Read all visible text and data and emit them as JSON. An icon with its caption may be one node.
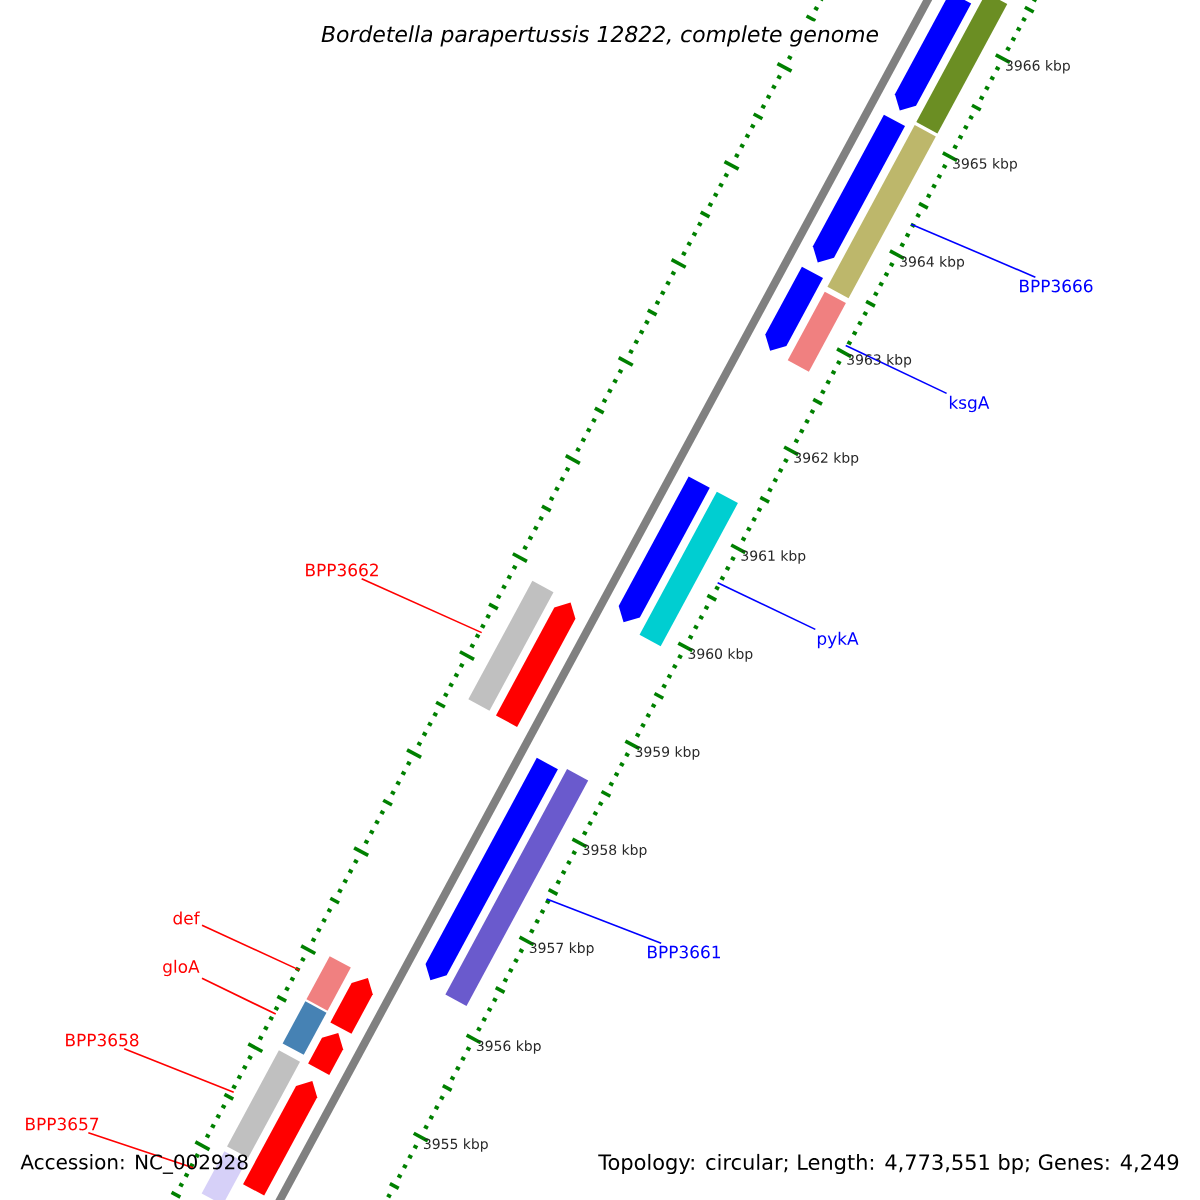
{
  "diagram": {
    "title": "Bordetella parapertussis 12822, complete genome",
    "nodes": [
      {
        "text": [],
        "shape": "arrow"
      },
      {
        "text": [],
        "shape": "bar"
      },
      {
        "text": [],
        "shape": "arrow"
      },
      {
        "text": [],
        "shape": "bar"
      },
      {
        "text": [
          "BPP3666"
        ]
      },
      {
        "text": [],
        "shape": "arrow"
      },
      {
        "text": [],
        "shape": "bar"
      },
      {
        "text": [
          "ksgA"
        ]
      },
      {
        "text": [],
        "shape": "arrow"
      },
      {
        "text": [],
        "shape": "bar"
      },
      {
        "text": [
          "pykA"
        ]
      },
      {
        "text": [
          "BPP3662"
        ]
      },
      {
        "text": [],
        "shape": "bar"
      },
      {
        "text": [],
        "shape": "arrow"
      },
      {
        "text": [],
        "shape": "arrow"
      },
      {
        "text": [],
        "shape": "bar"
      },
      {
        "text": [
          "BPP3661"
        ]
      },
      {
        "text": [
          "def"
        ]
      },
      {
        "text": [],
        "shape": "bar"
      },
      {
        "text": [],
        "shape": "arrow"
      },
      {
        "text": [
          "gloA"
        ]
      },
      {
        "text": [],
        "shape": "bar"
      },
      {
        "text": [],
        "shape": "arrow"
      },
      {
        "text": [
          "BPP3658"
        ]
      },
      {
        "text": [],
        "shape": "bar"
      },
      {
        "text": [],
        "shape": "arrow"
      },
      {
        "text": [
          "BPP3657"
        ]
      },
      {
        "text": [],
        "shape": "bar"
      }
    ],
    "edges": [
      {
        "from": 4,
        "to": 3,
        "arrow": "none",
        "color": "#0000ff"
      },
      {
        "from": 7,
        "to": 6,
        "arrow": "none",
        "color": "#0000ff"
      },
      {
        "from": 10,
        "to": 9,
        "arrow": "none",
        "color": "#0000ff"
      },
      {
        "from": 11,
        "to": 12,
        "arrow": "none"
      },
      {
        "from": 16,
        "to": 15,
        "arrow": "none",
        "color": "#0000ff"
      },
      {
        "from": 17,
        "to": 18,
        "arrow": "none"
      },
      {
        "from": 20,
        "to": 21,
        "arrow": "none"
      },
      {
        "from": 23,
        "to": 24,
        "arrow": "none"
      },
      {
        "from": 26,
        "to": 27,
        "arrow": "none"
      }
    ],
    "labels": [
      "3966 kbp",
      "3965 kbp",
      "3964 kbp",
      "3963 kbp",
      "3962 kbp",
      "3961 kbp",
      "3960 kbp",
      "3959 kbp",
      "3958 kbp",
      "3957 kbp",
      "3956 kbp",
      "3955 kbp",
      "Accession: NC_002928",
      "Topology: circular; Length: 4,773,551 bp; Genes: 4,249"
    ]
  }
}
